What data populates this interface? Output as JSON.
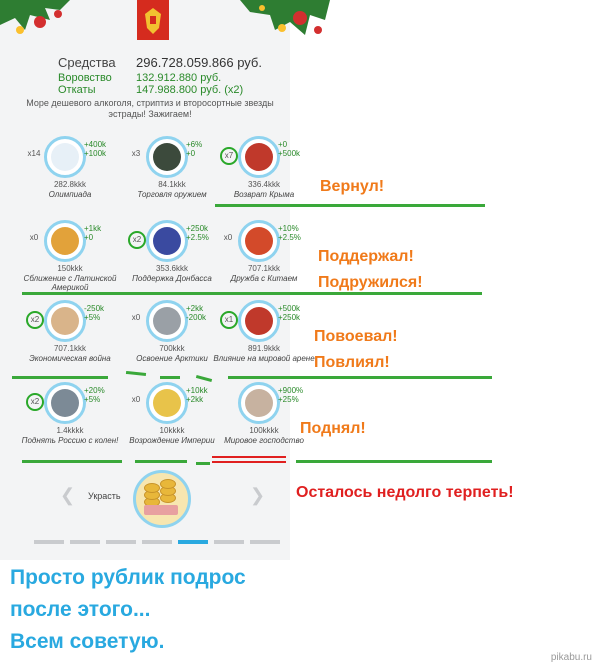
{
  "stats": {
    "funds_label": "Средства",
    "funds_value": "296.728.059.866 руб.",
    "theft_label": "Воровство",
    "theft_value": "132.912.880 руб.",
    "kickback_label": "Откаты",
    "kickback_value": "147.988.800 руб. (x2)",
    "description": "Море дешевого алкоголя, стриптиз и второсортные звезды эстрады! Зажигаем!"
  },
  "items": [
    {
      "mult": "x14",
      "d1": "+400k",
      "d2": "+100k",
      "price": "282.8kkk",
      "name": "Олимпиада",
      "icon": "olympic-icon",
      "color": "#e7f0f7"
    },
    {
      "mult": "x3",
      "d1": "+6%",
      "d2": "+0",
      "price": "84.1kkk",
      "name": "Торговля оружием",
      "icon": "helicopter-icon",
      "color": "#3c4a3c"
    },
    {
      "mult": "x7",
      "d1": "+0",
      "d2": "+500k",
      "price": "336.4kkk",
      "name": "Возврат Крыма",
      "icon": "crimea-emblem-icon",
      "color": "#c0392b"
    },
    {
      "mult": "x0",
      "d1": "+1kk",
      "d2": "+0",
      "price": "150kkk",
      "name": "Сближение с Латинской Америкой",
      "icon": "sombrero-icon",
      "color": "#e2a23a"
    },
    {
      "mult": "x2",
      "d1": "+250k",
      "d2": "+2.5%",
      "price": "353.6kkk",
      "name": "Поддержка Донбасса",
      "icon": "donbass-emblem-icon",
      "color": "#3a4aa0"
    },
    {
      "mult": "x0",
      "d1": "+10%",
      "d2": "+2.5%",
      "price": "707.1kkk",
      "name": "Дружба с Китаем",
      "icon": "china-icon",
      "color": "#d34a2a"
    },
    {
      "mult": "x2",
      "d1": "-250k",
      "d2": "+5%",
      "price": "707.1kkk",
      "name": "Экономическая война",
      "icon": "basket-icon",
      "color": "#d9b48a"
    },
    {
      "mult": "x0",
      "d1": "+2kk",
      "d2": "-200k",
      "price": "700kkk",
      "name": "Освоение Арктики",
      "icon": "arctic-icon",
      "color": "#9aa0a6"
    },
    {
      "mult": "x1",
      "d1": "+500k",
      "d2": "+250k",
      "price": "891.9kkk",
      "name": "Влияние на мировой арене",
      "icon": "russia-flag-icon",
      "color": "#c0392b"
    },
    {
      "mult": "x2",
      "d1": "+20%",
      "d2": "+5%",
      "price": "1.4kkkk",
      "name": "Поднять Россию с колен!",
      "icon": "portrait-icon",
      "color": "#7c8a96"
    },
    {
      "mult": "x0",
      "d1": "+10kk",
      "d2": "+2kk",
      "price": "10kkkk",
      "name": "Возрождение Империи",
      "icon": "imperial-eagle-icon",
      "color": "#e8c34a"
    },
    {
      "mult": "",
      "d1": "+900%",
      "d2": "+25%",
      "price": "100kkkk",
      "name": "Мировое господство",
      "icon": "leader-icon",
      "color": "#c7b2a0"
    }
  ],
  "steal": {
    "label": "Украсть"
  },
  "annotations": {
    "a1": "Вернул!",
    "a2": "Поддержал!",
    "a3": "Подружился!",
    "a4": "Повоевал!",
    "a5": "Повлиял!",
    "a6": "Поднял!",
    "red": "Осталось недолго терпеть!",
    "blue1": "Просто рублик подрос",
    "blue2": "после этого...",
    "blue3": "Всем советую."
  },
  "watermark": "pikabu.ru",
  "colors": {
    "accent": "#29a9e0",
    "positive": "#2a8a2a",
    "note": "#f07a1a",
    "warning": "#e02020"
  }
}
